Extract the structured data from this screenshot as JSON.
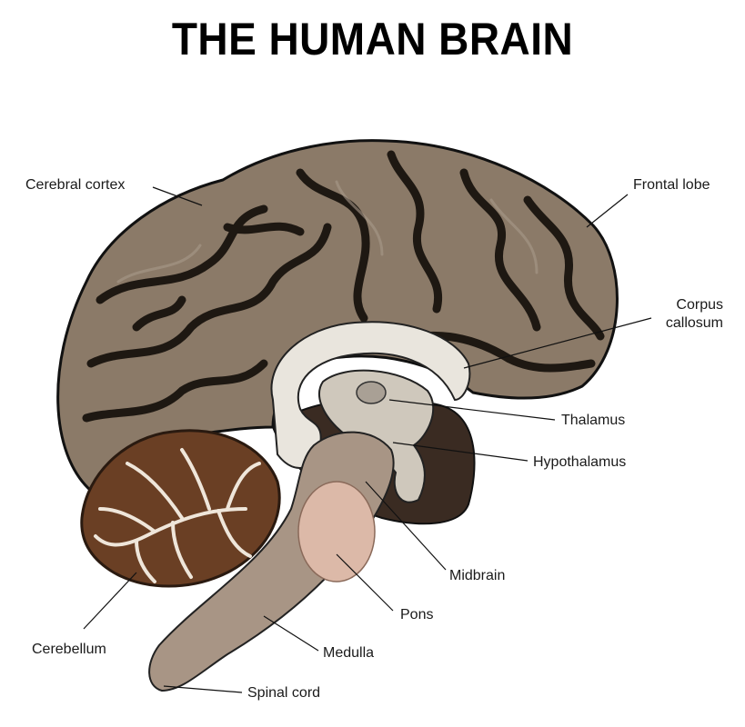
{
  "title": "THE HUMAN BRAIN",
  "labels": {
    "cerebral_cortex": "Cerebral cortex",
    "frontal_lobe": "Frontal lobe",
    "corpus_callosum_1": "Corpus",
    "corpus_callosum_2": "callosum",
    "thalamus": "Thalamus",
    "hypothalamus": "Hypothalamus",
    "midbrain": "Midbrain",
    "pons": "Pons",
    "medulla": "Medulla",
    "cerebellum": "Cerebellum",
    "spinal_cord": "Spinal cord"
  },
  "colors": {
    "cortex": "#8b7a68",
    "sulci": "#1e1812",
    "corpus_callosum": "#e9e5dd",
    "brainstem": "#a89585",
    "pons": "#dcb9a8",
    "cerebellum": "#6a3f24",
    "deep_region": "#3a2b22"
  }
}
